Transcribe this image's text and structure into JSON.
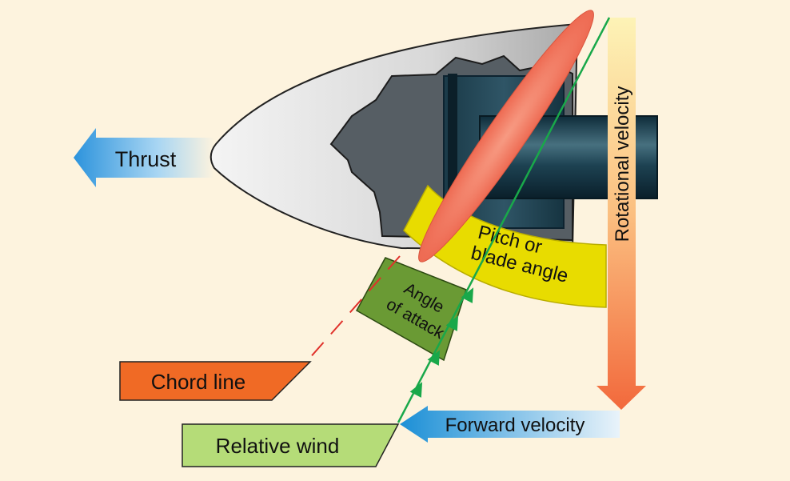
{
  "labels": {
    "thrust": "Thrust",
    "rotational_velocity": "Rotational velocity",
    "pitch_line1": "Pitch or",
    "pitch_line2": "blade angle",
    "angle_line1": "Angle",
    "angle_line2": "of attack",
    "chord_line": "Chord line",
    "relative_wind": "Relative wind",
    "forward_velocity": "Forward velocity"
  },
  "colors": {
    "background": "#fdf3de",
    "blade": "#f2735a",
    "pitch_band": "#e8dc00",
    "angle_band": "#6a9a34",
    "chord_callout": "#f06a25",
    "relative_wind_callout": "#b5dc78",
    "forward_arrow": "#1b8fd6",
    "thrust_arrow": "#3aa0e2",
    "wind_line": "#19a84a",
    "chord_dash": "#e0302a"
  }
}
